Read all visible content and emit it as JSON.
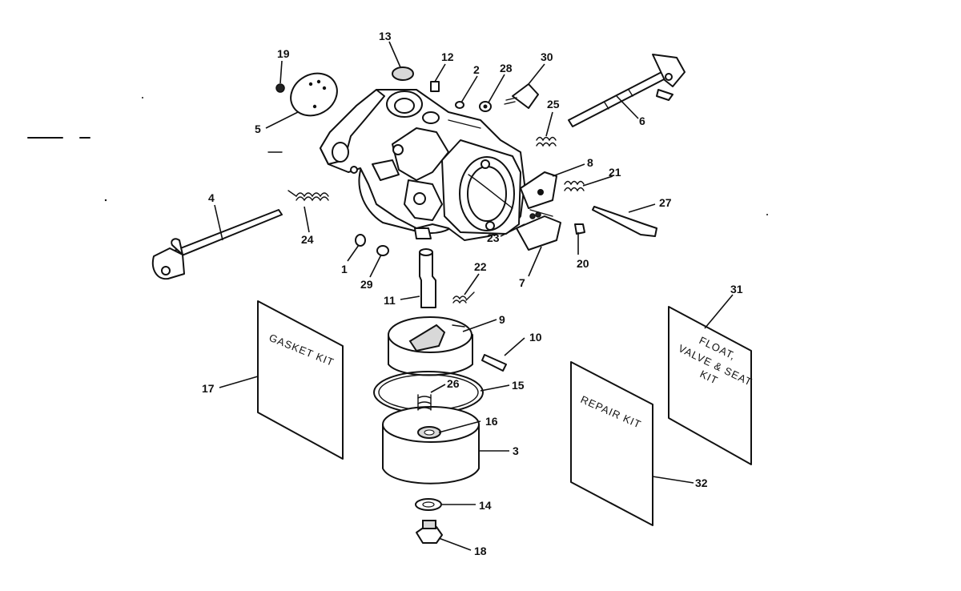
{
  "callouts": {
    "c1": "1",
    "c2": "2",
    "c3": "3",
    "c4": "4",
    "c5": "5",
    "c6": "6",
    "c7": "7",
    "c8": "8",
    "c9": "9",
    "c10": "10",
    "c11": "11",
    "c12": "12",
    "c13": "13",
    "c14": "14",
    "c15": "15",
    "c16": "16",
    "c17": "17",
    "c18": "18",
    "c19": "19",
    "c20": "20",
    "c21": "21",
    "c22": "22",
    "c23": "23",
    "c24": "24",
    "c25": "25",
    "c26": "26",
    "c27": "27",
    "c28": "28",
    "c29": "29",
    "c30": "30",
    "c31": "31",
    "c32": "32"
  },
  "kits": {
    "gasket": {
      "line1": "GASKET KIT"
    },
    "repair": {
      "line1": "REPAIR KIT"
    },
    "float": {
      "line1": "FLOAT,",
      "line2": "VALVE & SEAT",
      "line3": "KIT"
    }
  }
}
